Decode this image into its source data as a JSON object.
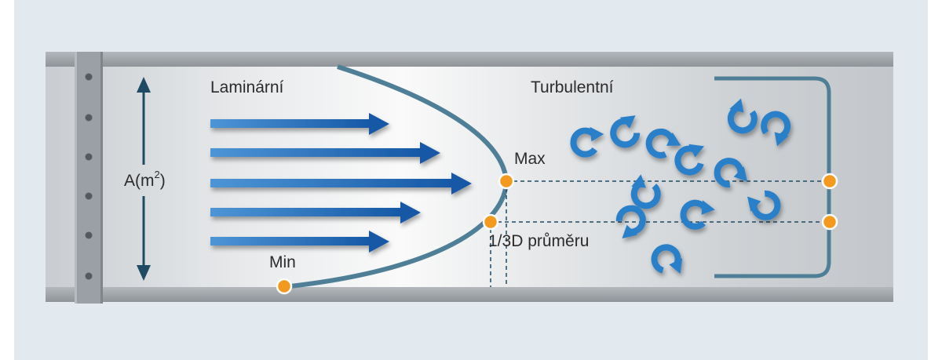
{
  "labels": {
    "laminar": "Laminární",
    "turbulent": "Turbulentní",
    "max": "Max",
    "min": "Min",
    "third_diameter": "1/3D průměru",
    "area_prefix": "A(m",
    "area_exponent": "2",
    "area_suffix": ")"
  },
  "icons": {
    "laminar_flow": "right-arrow-icon",
    "turbulent_flow": "circular-arrow-icon",
    "measurement_point": "orange-dot-icon",
    "area_dimension": "double-arrow-icon",
    "pipe_flange": "flange-icon"
  },
  "colors": {
    "background": "#e2eaf0",
    "pipe_wall": "#9ea3a8",
    "arrow_blue": "#1f66b4",
    "profile_line": "#4f7f96",
    "point_orange": "#f39a1e",
    "dimension_line": "#1f4a64",
    "text": "#2b2b2b"
  }
}
